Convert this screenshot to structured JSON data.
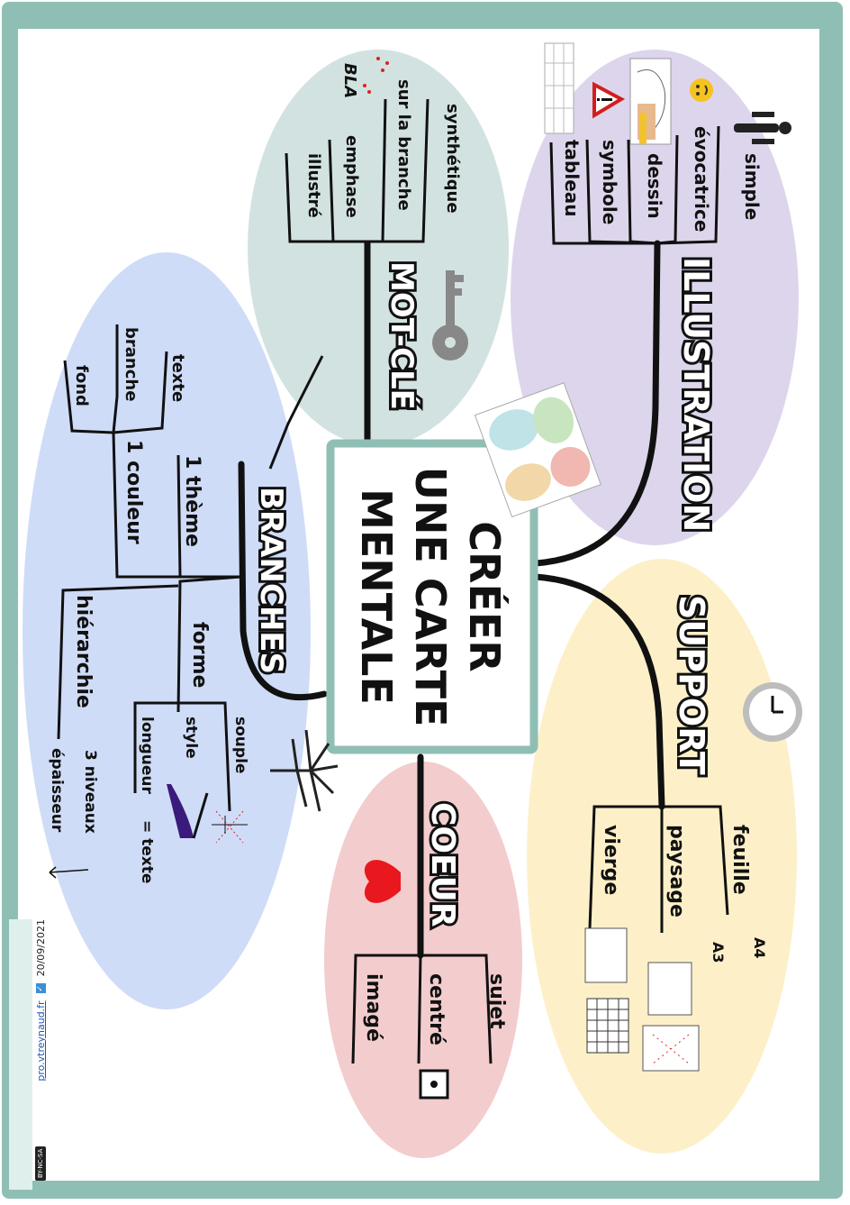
{
  "center": {
    "line1": "CRÉER",
    "line2": "UNE CARTE",
    "line3": "MENTALE"
  },
  "branches": {
    "illustration": {
      "title": "ILLUSTRATION",
      "items": [
        "simple",
        "évocatrice",
        "dessin",
        "symbole",
        "tableau"
      ]
    },
    "motcle": {
      "title": "MOT-CLÉ",
      "items": [
        "synthétique",
        "sur la branche",
        "emphase",
        "illustré"
      ],
      "emphase_icon_text": "BLA"
    },
    "branches": {
      "title": "BRANCHES",
      "items": [
        "texte",
        "branche",
        "fond",
        "1 couleur",
        "1 thème",
        "forme",
        "hiérarchie",
        "souple",
        "style",
        "longueur",
        "= texte",
        "3 niveaux",
        "épaisseur"
      ]
    },
    "support": {
      "title": "SUPPORT",
      "items": [
        "feuille",
        "A4",
        "A3",
        "paysage",
        "vierge"
      ]
    },
    "coeur": {
      "title": "COEUR",
      "items": [
        "sujet",
        "centré",
        "imagé"
      ]
    }
  },
  "footer": {
    "license": "BY-NC-SA",
    "site": "pro.vtreynaud.fr",
    "date": "20/09/2021"
  },
  "colors": {
    "frame": "#8fbfb4",
    "illustration_bg": "#ddd5ec",
    "motcle_bg": "#d2e2e0",
    "branches_bg": "#cfdcf7",
    "support_bg": "#fdf0c8",
    "coeur_bg": "#f3ccce",
    "heart": "#e8181e"
  }
}
